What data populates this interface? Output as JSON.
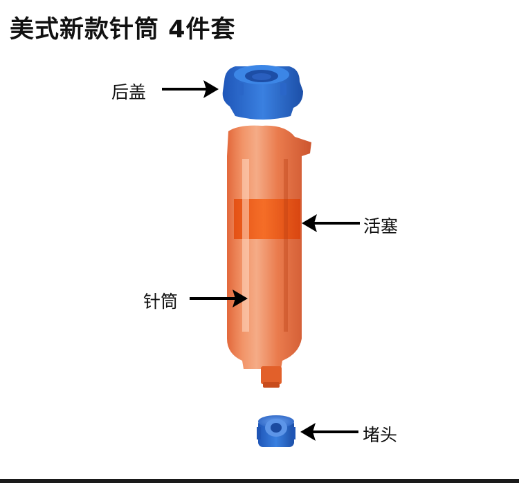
{
  "title": "美式新款针筒 4件套",
  "parts": {
    "rear_cap": "后盖",
    "piston": "活塞",
    "barrel": "针筒",
    "tip_cap": "堵头"
  },
  "colors": {
    "cap_blue": "#2f6fd1",
    "barrel_amber": "#e0501c",
    "arrow": "#000000"
  }
}
